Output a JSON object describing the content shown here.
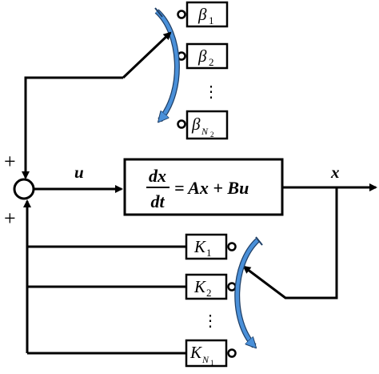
{
  "blocks": {
    "beta": [
      {
        "sym": "β",
        "sub": "1",
        "sub2": ""
      },
      {
        "sym": "β",
        "sub": "2",
        "sub2": ""
      },
      {
        "sym": "β",
        "sub": "N",
        "sub2": "2"
      }
    ],
    "k": [
      {
        "sym": "K",
        "sub": "1",
        "sub2": ""
      },
      {
        "sym": "K",
        "sub": "2",
        "sub2": ""
      },
      {
        "sym": "K",
        "sub": "N",
        "sub2": "1"
      }
    ],
    "ellipsis": "⋮"
  },
  "system": {
    "num": "dx",
    "den": "dt",
    "rhs": "= Ax + Bu"
  },
  "signals": {
    "input": "u",
    "output": "x",
    "plus_top": "+",
    "plus_bottom": "+"
  },
  "colors": {
    "line": "#000000",
    "switch_arc": "#4a90d9",
    "switch_arc_dark": "#1f3f66"
  }
}
